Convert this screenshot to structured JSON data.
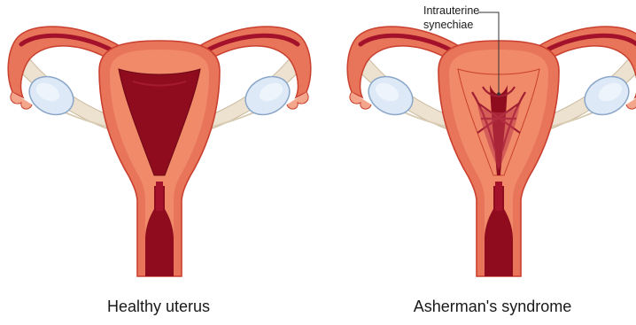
{
  "panels": [
    {
      "caption": "Healthy uterus"
    },
    {
      "caption": "Asherman's syndrome"
    }
  ],
  "annotation": {
    "line1": "Intrauterine",
    "line2": "synechiae"
  },
  "colors": {
    "outer_wall": "#e8745a",
    "outer_edge": "#c9402f",
    "myometrium": "#f08a68",
    "cavity": "#8e0c1e",
    "tube_dark": "#a3122a",
    "ovary": "#dde9f6",
    "ovary_edge": "#8aa6c8",
    "ligament": "#eadfcc",
    "adhesion": "#b02a3a"
  }
}
